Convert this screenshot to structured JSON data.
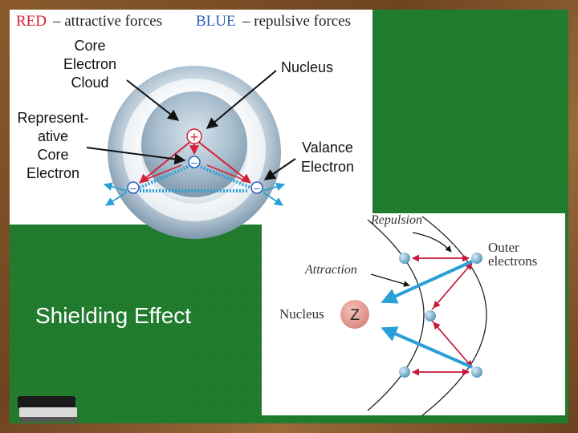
{
  "slide_title": "Shielding Effect",
  "top_diagram": {
    "legend_red": "RED",
    "legend_red_text": "– attractive forces",
    "legend_blue": "BLUE",
    "legend_blue_text": "– repulsive  forces",
    "label_core_cloud": [
      "Core",
      "Electron",
      "Cloud"
    ],
    "label_nucleus": "Nucleus",
    "label_rep_core": [
      "Represent-",
      "ative",
      "Core",
      "Electron"
    ],
    "label_valance": [
      "Valance",
      "Electron"
    ],
    "nucleus_symbol": "+",
    "electron_symbol": "–"
  },
  "bottom_diagram": {
    "label_repulsion": "Repulsion",
    "label_attraction": "Attraction",
    "label_outer": [
      "Outer",
      "electrons"
    ],
    "label_nucleus": "Nucleus",
    "nucleus_symbol": "Z"
  },
  "colors": {
    "attractive": "#d4213d",
    "repulsive": "#2aa0d8",
    "board": "#1f7a2c"
  }
}
